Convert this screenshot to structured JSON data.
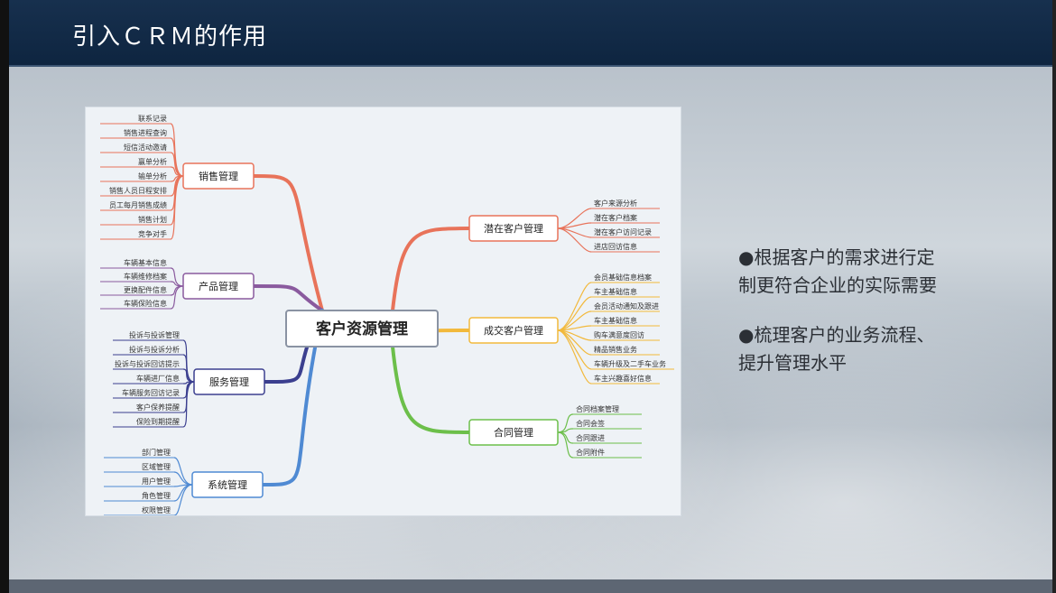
{
  "slide": {
    "title": "引入ＣＲＭ的作用"
  },
  "mindmap": {
    "center": "客户资源管理",
    "left_branches": [
      {
        "label": "销售管理",
        "color": "#e8735a",
        "leaves": [
          "联系记录",
          "销售进程查询",
          "短信活动邀请",
          "赢单分析",
          "输单分析",
          "销售人员日程安排",
          "员工每月销售成绩",
          "销售计划",
          "竞争对手"
        ]
      },
      {
        "label": "产品管理",
        "color": "#8a5a9e",
        "leaves": [
          "车辆基本信息",
          "车辆维修档案",
          "更换配件信息",
          "车辆保险信息"
        ]
      },
      {
        "label": "服务管理",
        "color": "#3b3f8f",
        "leaves": [
          "投诉与投诉管理",
          "投诉与投诉分析",
          "投诉与投诉回访提示",
          "车辆进厂信息",
          "车辆服务回访记录",
          "客户保养提醒",
          "保险到期提醒"
        ]
      },
      {
        "label": "系统管理",
        "color": "#4f8ad3",
        "leaves": [
          "部门管理",
          "区域管理",
          "用户管理",
          "角色管理",
          "权限管理"
        ]
      }
    ],
    "right_branches": [
      {
        "label": "潜在客户管理",
        "color": "#e8735a",
        "leaves": [
          "客户来源分析",
          "潜在客户档案",
          "潜在客户访问记录",
          "进店回访信息"
        ]
      },
      {
        "label": "成交客户管理",
        "color": "#f2b93b",
        "leaves": [
          "会员基础信息档案",
          "车主基础信息",
          "会员活动通知及跟进",
          "车主基础信息",
          "购车满意度回访",
          "精品销售业务",
          "车辆升级及二手车业务",
          "车主兴趣喜好信息"
        ]
      },
      {
        "label": "合同管理",
        "color": "#6cbf4a",
        "leaves": [
          "合同档案管理",
          "合同会签",
          "合同跟进",
          "合同附件"
        ]
      }
    ]
  },
  "bullets": [
    {
      "line1": "●根据客户的需求进行定",
      "line2": "制更符合企业的实际需要"
    },
    {
      "line1": "●梳理客户的业务流程、",
      "line2": "提升管理水平"
    }
  ]
}
